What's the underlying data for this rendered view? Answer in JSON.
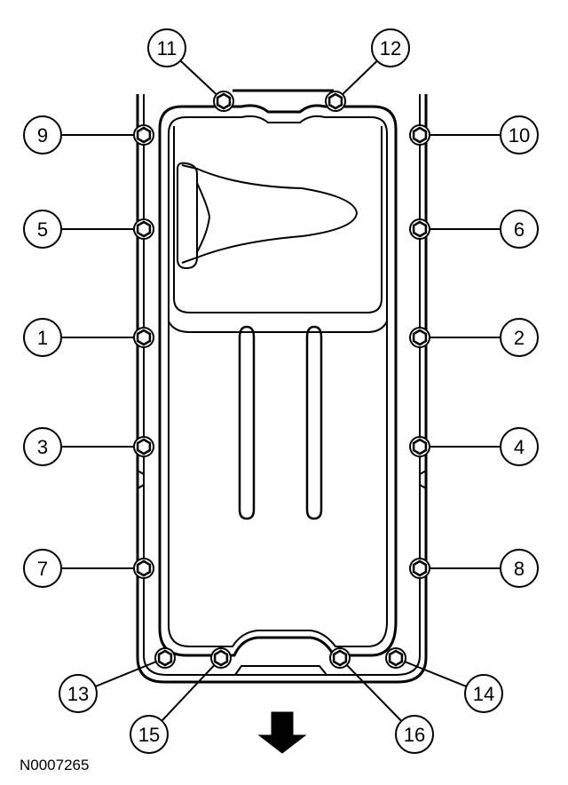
{
  "figure_id": "N0007265",
  "callouts": [
    {
      "number": "11"
    },
    {
      "number": "12"
    },
    {
      "number": "9"
    },
    {
      "number": "10"
    },
    {
      "number": "5"
    },
    {
      "number": "6"
    },
    {
      "number": "1"
    },
    {
      "number": "2"
    },
    {
      "number": "3"
    },
    {
      "number": "4"
    },
    {
      "number": "7"
    },
    {
      "number": "8"
    },
    {
      "number": "13"
    },
    {
      "number": "14"
    },
    {
      "number": "15"
    },
    {
      "number": "16"
    }
  ],
  "colors": {
    "line": "#000000",
    "background": "#ffffff"
  }
}
